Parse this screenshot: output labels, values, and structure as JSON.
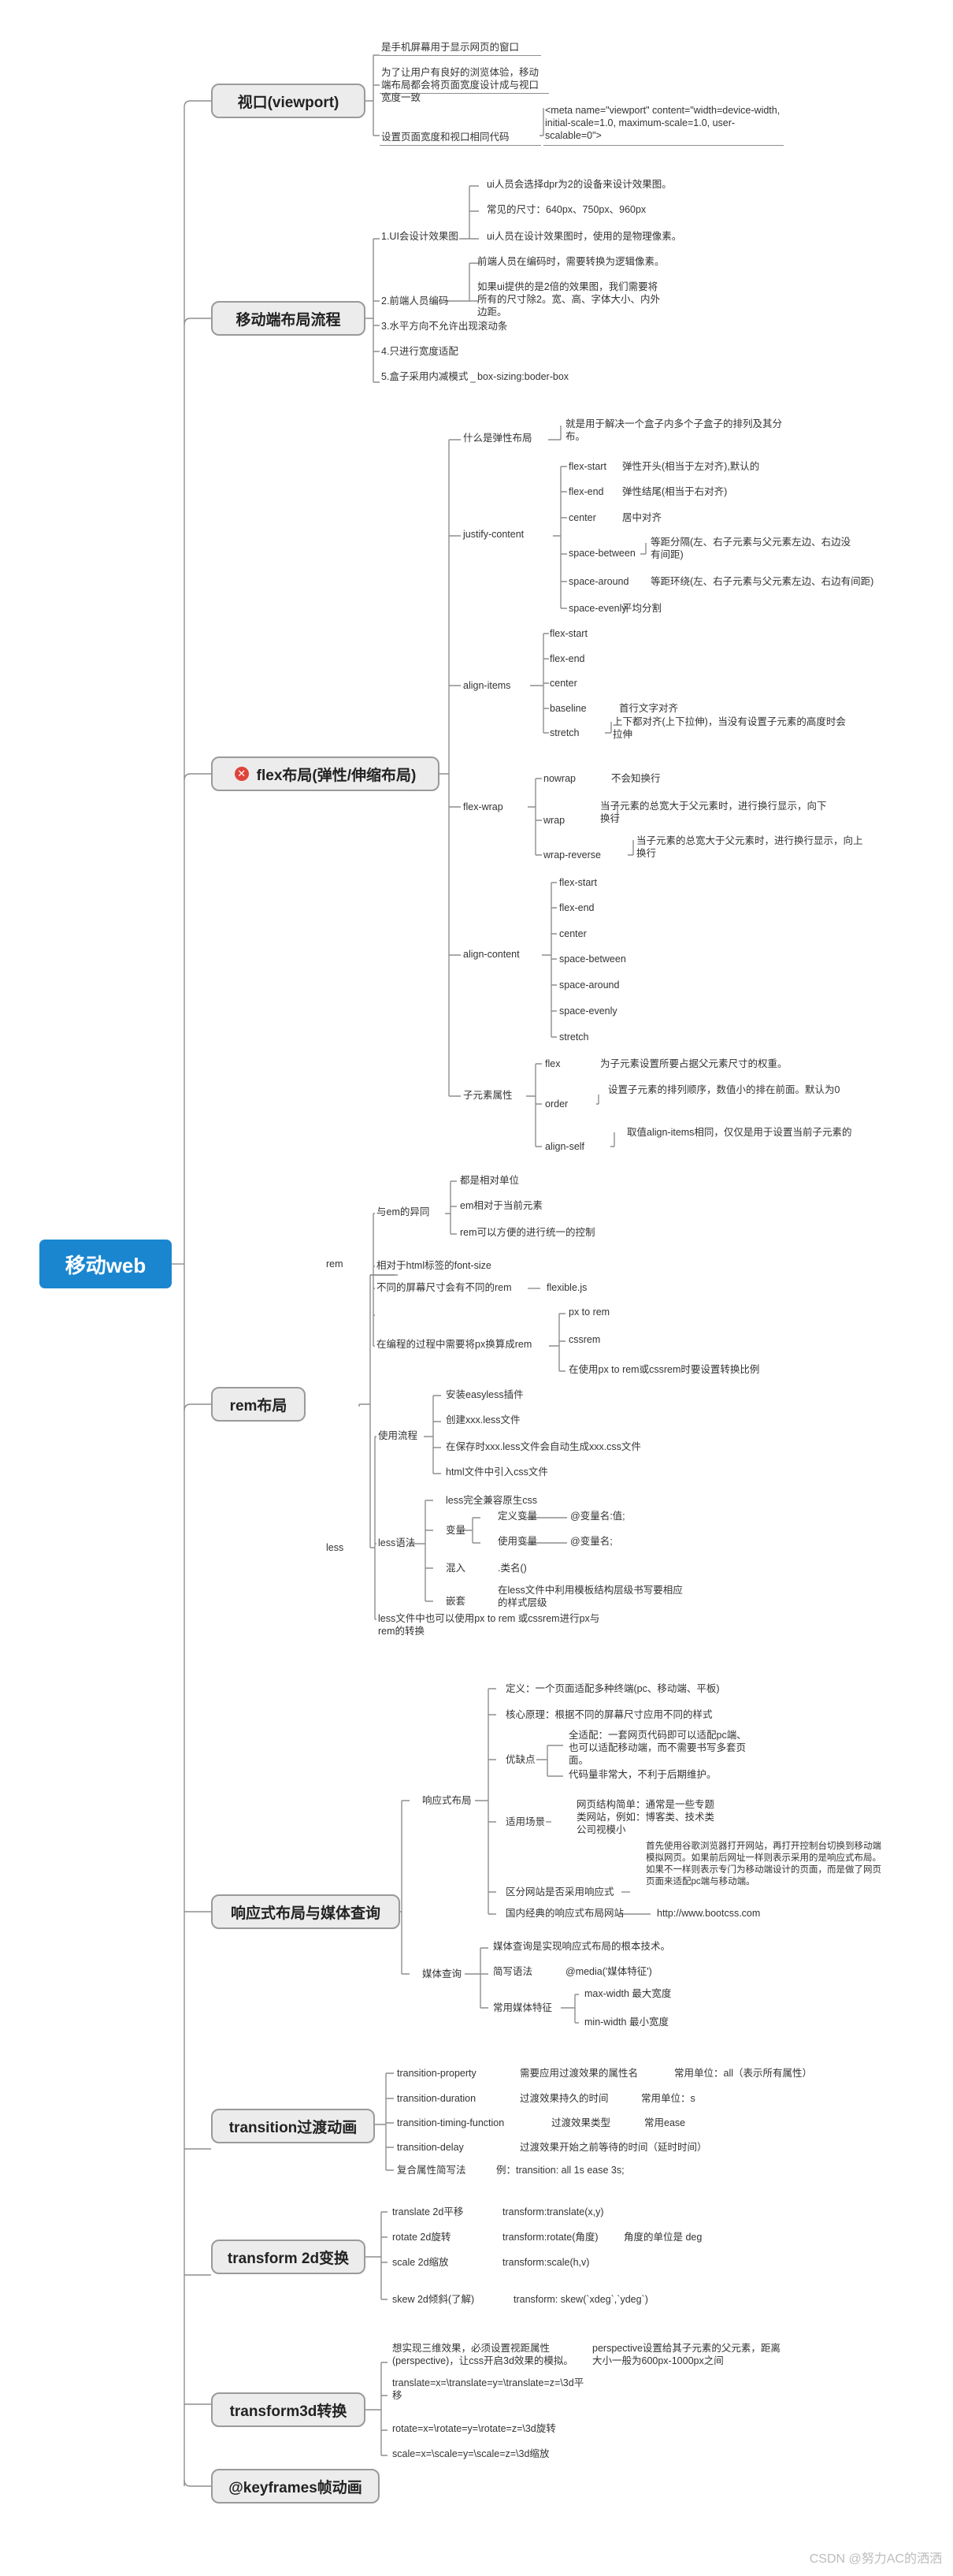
{
  "root": "移动web",
  "branches": {
    "viewport": "视口(viewport)",
    "flow": "移动端布局流程",
    "flex": "flex布局(弹性/伸缩布局)",
    "rem": "rem布局",
    "responsive": "响应式布局与媒体查询",
    "transition": "transition过渡动画",
    "transform2d": "transform 2d变换",
    "transform3d": "transform3d转换",
    "keyframes": "@keyframes帧动画"
  },
  "viewport": {
    "n1": "是手机屏幕用于显示网页的窗口",
    "n2": "为了让用户有良好的浏览体验，移动端布局都会将页面宽度设计成与视口宽度一致",
    "n3": "设置页面宽度和视口相同代码",
    "n3a": "<meta name=\"viewport\" content=\"width=device-width, initial-scale=1.0, maximum-scale=1.0, user-scalable=0\">"
  },
  "flow": {
    "ui": "1.UI会设计效果图",
    "ui_a": "ui人员会选择dpr为2的设备来设计效果图。",
    "ui_b": "常见的尺寸：640px、750px、960px",
    "ui_c": "ui人员在设计效果图时，使用的是物理像素。",
    "fe": "2.前端人员编码",
    "fe_a": "前端人员在编码时，需要转换为逻辑像素。",
    "fe_b": "如果ui提供的是2倍的效果图，我们需要将所有的尺寸除2。宽、高、字体大小、内外边距。",
    "s3": "3.水平方向不允许出现滚动条",
    "s4": "4.只进行宽度适配",
    "s5": "5.盒子采用内减模式",
    "s5a": "box-sizing:boder-box"
  },
  "flex": {
    "what": "什么是弹性布局",
    "what_a": "就是用于解决一个盒子内多个子盒子的排列及其分布。",
    "jc": "justify-content",
    "jc_items": [
      {
        "k": "flex-start",
        "v": "弹性开头(相当于左对齐),默认的"
      },
      {
        "k": "flex-end",
        "v": "弹性结尾(相当于右对齐)"
      },
      {
        "k": "center",
        "v": "居中对齐"
      },
      {
        "k": "space-between",
        "v": "等距分隔(左、右子元素与父元素左边、右边没有间距)"
      },
      {
        "k": "space-around",
        "v": "等距环绕(左、右子元素与父元素左边、右边有间距)"
      },
      {
        "k": "space-evenly",
        "v": "平均分割"
      }
    ],
    "ai": "align-items",
    "ai_items": [
      {
        "k": "flex-start",
        "v": ""
      },
      {
        "k": "flex-end",
        "v": ""
      },
      {
        "k": "center",
        "v": ""
      },
      {
        "k": "baseline",
        "v": "首行文字对齐"
      },
      {
        "k": "stretch",
        "v": "上下都对齐(上下拉伸)，当没有设置子元素的高度时会拉伸"
      }
    ],
    "fw": "flex-wrap",
    "fw_items": [
      {
        "k": "nowrap",
        "v": "不会知换行"
      },
      {
        "k": "wrap",
        "v": "当子元素的总宽大于父元素时，进行换行显示，向下换行"
      },
      {
        "k": "wrap-reverse",
        "v": "当子元素的总宽大于父元素时，进行换行显示，向上换行"
      }
    ],
    "ac": "align-content",
    "ac_items": [
      "flex-start",
      "flex-end",
      "center",
      "space-between",
      "space-around",
      "space-evenly",
      "stretch"
    ],
    "child": "子元素属性",
    "child_items": [
      {
        "k": "flex",
        "v": "为子元素设置所要占据父元素尺寸的权重。"
      },
      {
        "k": "order",
        "v": "设置子元素的排列顺序，数值小的排在前面。默认为0"
      },
      {
        "k": "align-self",
        "v": "取值align-items相同，仅仅是用于设置当前子元素的"
      }
    ]
  },
  "rem": {
    "rem": "rem",
    "diff": "与em的异同",
    "diff_items": [
      "都是相对单位",
      "em相对于当前元素",
      "rem可以方便的进行统一的控制"
    ],
    "r2": "相对于html标签的font-size",
    "r3": "不同的屏幕尺寸会有不同的rem",
    "r3a": "flexible.js",
    "r4": "在编程的过程中需要将px换算成rem",
    "r4_items": [
      "px to rem",
      "cssrem",
      "在使用px to rem或cssrem时要设置转换比例"
    ],
    "less": "less",
    "use": "使用流程",
    "use_items": [
      "安装easyless插件",
      "创建xxx.less文件",
      "在保存时xxx.less文件会自动生成xxx.css文件",
      "html文件中引入css文件"
    ],
    "syntax": "less语法",
    "syn1": "less完全兼容原生css",
    "var": "变量",
    "var_def": "定义变量",
    "var_def_v": "@变量名:值;",
    "var_use": "使用变量",
    "var_use_v": "@变量名;",
    "mix": "混入",
    "mix_v": ".类名()",
    "nest": "嵌套",
    "nest_v": "在less文件中利用模板结构层级书写要相应的样式层级",
    "lessnote": "less文件中也可以使用px to rem 或cssrem进行px与rem的转换"
  },
  "responsive": {
    "layout": "响应式布局",
    "def": "定义：一个页面适配多种终端(pc、移动端、平板)",
    "core": "核心原理：根据不同的屏幕尺寸应用不同的样式",
    "pros": "优缺点",
    "pros_a": "全适配：一套网页代码即可以适配pc端、也可以适配移动端，而不需要书写多套页面。",
    "pros_b": "代码量非常大，不利于后期维护。",
    "scene": "适用场景",
    "scene_a": "网页结构简单：通常是一些专题类网站，例如：博客类、技术类 公司视模小",
    "distinguish": "区分网站是否采用响应式",
    "distinguish_a": "首先使用谷歌浏览器打开网站，再打开控制台切换到移动端模拟网页。如果前后网址一样则表示采用的是响应式布局。如果不一样则表示专门为移动端设计的页面，而是做了网页页面来适配pc端与移动端。",
    "example": "国内经典的响应式布局网站",
    "example_a": "http://www.bootcss.com",
    "mq": "媒体查询",
    "mq_a": "媒体查询是实现响应式布局的根本技术。",
    "mq_b": "简写语法",
    "mq_b_v": "@media('媒体特征')",
    "mq_c": "常用媒体特征",
    "mq_c_items": [
      "max-width 最大宽度",
      "min-width 最小宽度"
    ]
  },
  "transition": {
    "items": [
      {
        "k": "transition-property",
        "v": "需要应用过渡效果的属性名",
        "n": "常用单位：all（表示所有属性）"
      },
      {
        "k": "transition-duration",
        "v": "过渡效果持久的时间",
        "n": "常用单位：s"
      },
      {
        "k": "transition-timing-function",
        "v": "过渡效果类型",
        "n": "常用ease"
      },
      {
        "k": "transition-delay",
        "v": "过渡效果开始之前等待的时间（延时时间）",
        "n": ""
      },
      {
        "k": "复合属性简写法",
        "v": "例：transition: all 1s ease 3s;",
        "n": ""
      }
    ]
  },
  "transform2d": {
    "items": [
      {
        "k": "translate 2d平移",
        "v": "transform:translate(x,y)",
        "n": ""
      },
      {
        "k": "rotate 2d旋转",
        "v": "transform:rotate(角度)",
        "n": "角度的单位是 deg"
      },
      {
        "k": "scale 2d缩放",
        "v": "transform:scale(h,v)",
        "n": ""
      },
      {
        "k": "skew 2d倾斜(了解)",
        "v": "transform: skew(`xdeg`,`ydeg`)",
        "n": ""
      }
    ]
  },
  "transform3d": {
    "intro": "想实现三维效果，必须设置视距属性(perspective)，让css开启3d效果的模拟。",
    "intro_b": "perspective设置给其子元素的父元素，距离大小一般为600px-1000px之间",
    "i1": "translate=x=\\translate=y=\\translate=z=\\3d平移",
    "i2": "rotate=x=\\rotate=y=\\rotate=z=\\3d旋转",
    "i3": "scale=x=\\scale=y=\\scale=z=\\3d缩放"
  },
  "watermark": "CSDN @努力AC的洒洒"
}
